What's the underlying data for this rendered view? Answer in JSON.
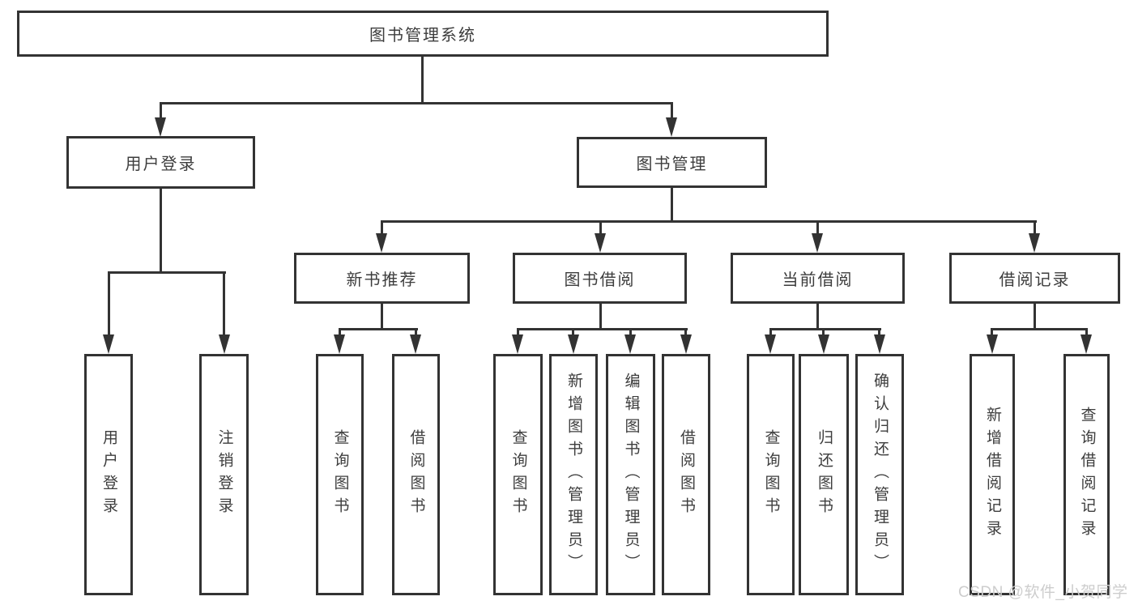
{
  "colors": {
    "line": "#333333",
    "box_border": "#333333",
    "box_fill": "#ffffff",
    "text": "#3d3d3d",
    "watermark_text": "#cdcdcd",
    "background": "#ffffff"
  },
  "watermark": {
    "text": "CSDN @软件_小贺同学"
  },
  "diagram": {
    "type": "tree",
    "root": {
      "label": "图书管理系统"
    },
    "branches": [
      {
        "label": "用户登录",
        "children": [
          {
            "label": "用户登录"
          },
          {
            "label": "注销登录"
          }
        ]
      },
      {
        "label": "图书管理",
        "children": [
          {
            "label": "新书推荐",
            "children": [
              {
                "label": "查询图书"
              },
              {
                "label": "借阅图书"
              }
            ]
          },
          {
            "label": "图书借阅",
            "children": [
              {
                "label": "查询图书"
              },
              {
                "label": "新增图书（管理员）"
              },
              {
                "label": "编辑图书（管理员）"
              },
              {
                "label": "借阅图书"
              }
            ]
          },
          {
            "label": "当前借阅",
            "children": [
              {
                "label": "查询图书"
              },
              {
                "label": "归还图书"
              },
              {
                "label": "确认归还（管理员）"
              }
            ]
          },
          {
            "label": "借阅记录",
            "children": [
              {
                "label": "新增借阅记录"
              },
              {
                "label": "查询借阅记录"
              }
            ]
          }
        ]
      }
    ]
  }
}
